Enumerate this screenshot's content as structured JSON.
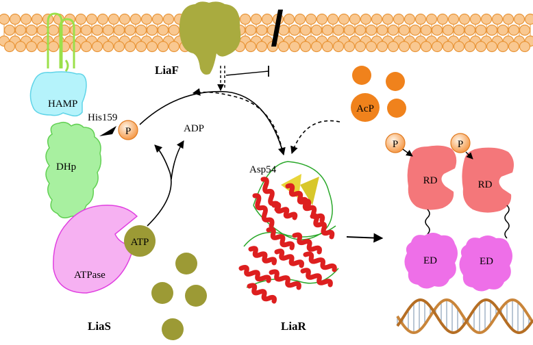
{
  "labels": {
    "liaf": "LiaF",
    "hamp": "HAMP",
    "his159": "His159",
    "dhp": "DHp",
    "atp": "ATP",
    "adp": "ADP",
    "atpase": "ATPase",
    "lias": "LiaS",
    "liar": "LiaR",
    "asp54": "Asp54",
    "acp": "AcP",
    "phosphate": "P",
    "rd": "RD",
    "ed": "ED"
  },
  "colors": {
    "membrane": "#f9c891",
    "membrane_stroke": "#e9963a",
    "liaf": "#a9ab3f",
    "hamp": "#b5f3fb",
    "hamp_stroke": "#5fd4e8",
    "dhp": "#a8f0a0",
    "dhp_stroke": "#62d053",
    "atpase": "#f6b1f2",
    "atpase_stroke": "#e03fe0",
    "atp": "#9c9a35",
    "acp": "#f0821c",
    "phosphate": "#f8a35a",
    "rd": "#f4777a",
    "ed": "#ee6fe8",
    "protein": "#dd1f1f"
  }
}
